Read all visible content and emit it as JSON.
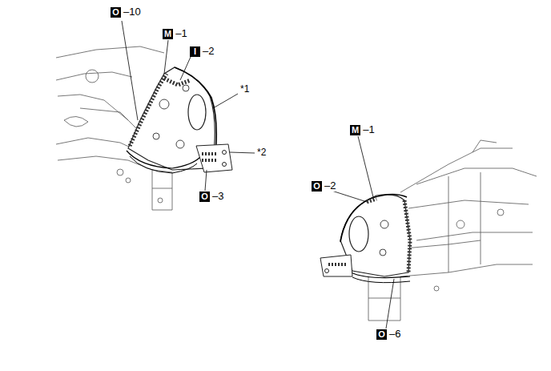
{
  "diagram": {
    "nodes": [
      {
        "text": [
          "O",
          "–10"
        ]
      },
      {
        "text": [
          "M",
          "–1"
        ]
      },
      {
        "text": [
          "I",
          "–2"
        ]
      },
      {
        "text": [
          "O",
          "–3"
        ]
      },
      {
        "text": [
          "M",
          "–1"
        ]
      },
      {
        "text": [
          "O",
          "–2"
        ]
      },
      {
        "text": [
          "O",
          "–6"
        ]
      }
    ],
    "labels": [
      "*1",
      "*2"
    ]
  }
}
